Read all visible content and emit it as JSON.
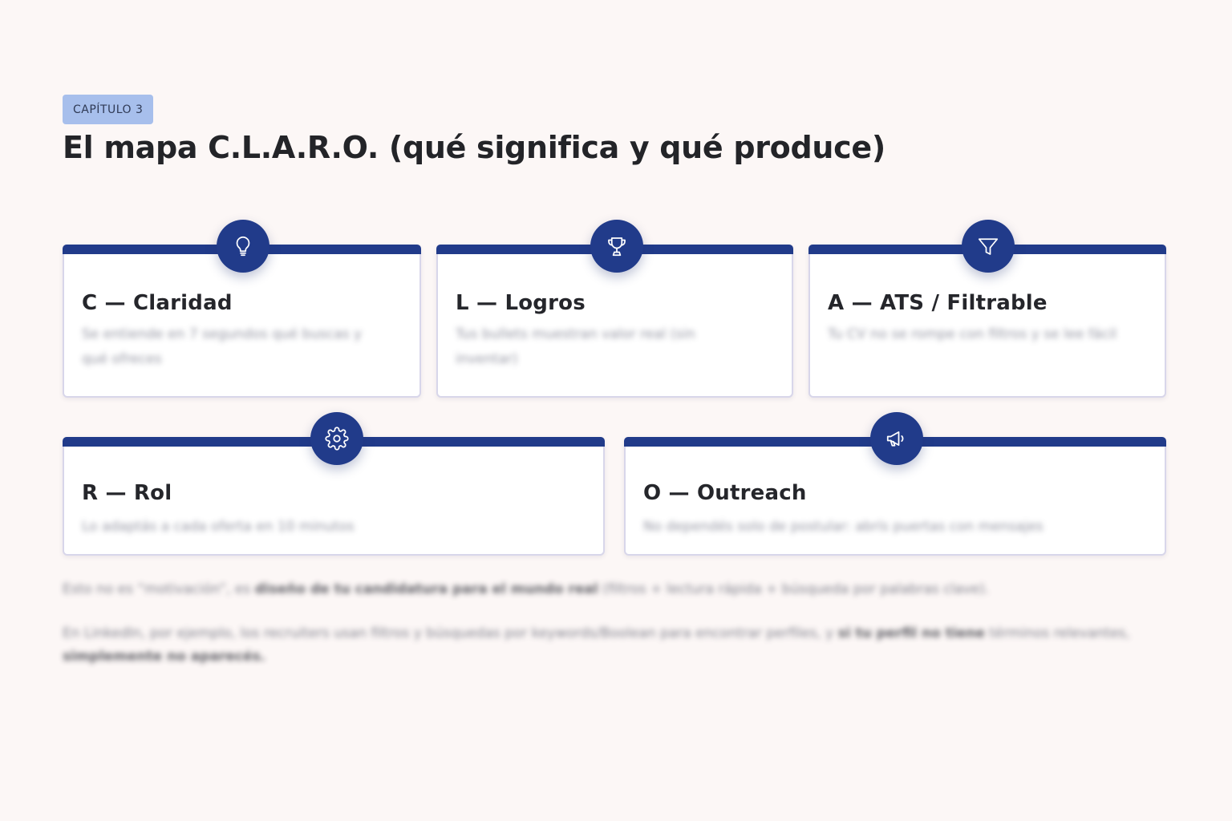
{
  "chapter_label": "CAPÍTULO 3",
  "title": "El mapa C.L.A.R.O. (qué significa y qué produce)",
  "colors": {
    "accent": "#213b8a",
    "tag_background": "#a7bfec",
    "page_background": "#fcf7f6"
  },
  "cards": [
    {
      "icon": "lightbulb-icon",
      "title": "C — Claridad",
      "description": "Se entiende en 7 segundos qué buscas y qué ofreces"
    },
    {
      "icon": "trophy-icon",
      "title": "L — Logros",
      "description": "Tus bullets muestran valor real (sin inventar)"
    },
    {
      "icon": "filter-icon",
      "title": "A — ATS / Filtrable",
      "description": "Tu CV no se rompe con filtros y se lee fácil"
    },
    {
      "icon": "gear-icon",
      "title": "R — Rol",
      "description": "Lo adaptás a cada oferta en 10 minutos"
    },
    {
      "icon": "megaphone-icon",
      "title": "O — Outreach",
      "description": "No dependés solo de postular: abrís puertas con mensajes"
    }
  ],
  "paragraphs": {
    "p1_start": "Esto no es “motivación”, es ",
    "p1_bold": "diseño de tu candidatura para el mundo real",
    "p1_end": " (filtros + lectura rápida + búsqueda por palabras clave).",
    "p2_start": "En LinkedIn, por ejemplo, los recruiters usan filtros y búsquedas por keywords/Boolean para encontrar perfiles, y ",
    "p2_bold1": "si tu perfil no tiene",
    "p2_mid": " términos relevantes, ",
    "p2_bold2": "simplemente no aparecés."
  }
}
